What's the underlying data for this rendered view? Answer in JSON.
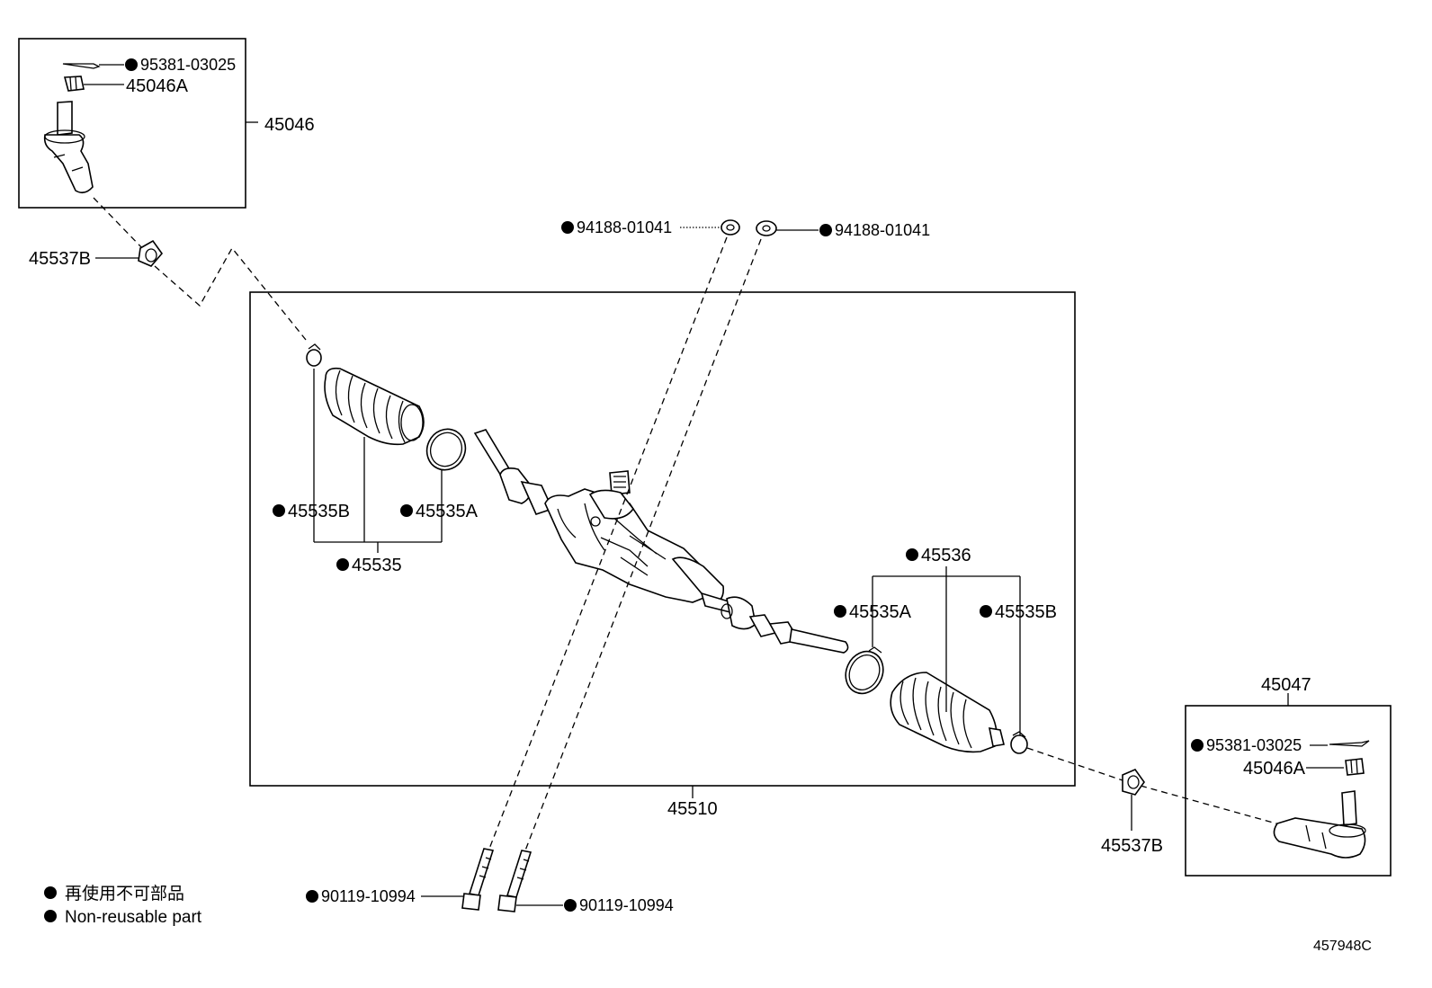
{
  "legend": {
    "line1": "再使用不可部品",
    "line2": "Non-reusable part"
  },
  "diagram_code": "457948C",
  "labels": {
    "tie_rod_end_lh": "45046",
    "tie_rod_end_rh": "45047",
    "cotter_pin_top": "95381-03025",
    "nut_top": "45046A",
    "cotter_pin_right": "95381-03025",
    "nut_right": "45046A",
    "lock_nut_left": "45537B",
    "lock_nut_right": "45537B",
    "boot_kit_left": "45535",
    "boot_left": "45535B",
    "clamp_left": "45535A",
    "boot_kit_right": "45536",
    "clamp_right": "45535A",
    "boot_right": "45535B",
    "gear_assy": "45510",
    "washer_left": "94188-01041",
    "washer_right": "94188-01041",
    "bolt_left": "90119-10994",
    "bolt_right": "90119-10994"
  }
}
